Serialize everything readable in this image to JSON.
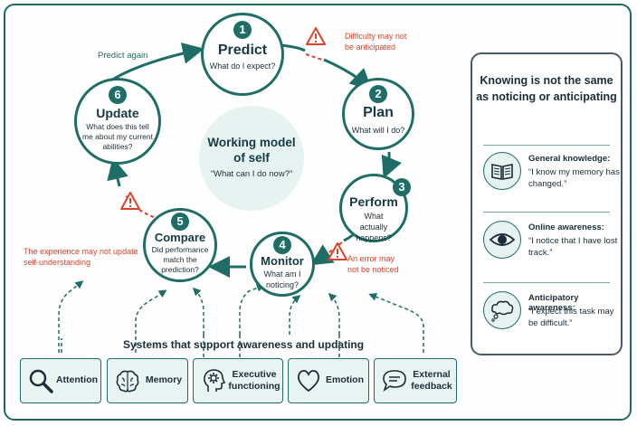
{
  "steps": [
    {
      "num": "1",
      "title": "Predict",
      "sub": "What do I expect?"
    },
    {
      "num": "2",
      "title": "Plan",
      "sub": "What will I do?"
    },
    {
      "num": "3",
      "title": "Perform",
      "sub": "What actually happens?"
    },
    {
      "num": "4",
      "title": "Monitor",
      "sub": "What am I noticing?"
    },
    {
      "num": "5",
      "title": "Compare",
      "sub": "Did performance match the prediction?"
    },
    {
      "num": "6",
      "title": "Update",
      "sub": "What does this tell me about my current abilities?"
    }
  ],
  "center": {
    "title": "Working model of self",
    "quote": "“What can I do now?”"
  },
  "notes": {
    "predict_again": "Predict again",
    "difficulty": "Difficulty may not be anticipated",
    "error": "An error may not be noticed",
    "experience": "The experience may not update self-understanding"
  },
  "panel": {
    "title": "Knowing is not the same as noticing or anticipating",
    "rows": [
      {
        "title": "General knowledge:",
        "quote": "“I know my memory has changed.”",
        "icon": "book-icon"
      },
      {
        "title": "Online awareness:",
        "quote": "“I notice that I have lost track.”",
        "icon": "eye-icon"
      },
      {
        "title": "Anticipatory awareness:",
        "quote": "“I expect this task may be difficult.”",
        "icon": "thought-bubble-icon"
      }
    ]
  },
  "systems": {
    "title": "Systems that support awareness and updating",
    "items": [
      {
        "label": "Attention",
        "icon": "magnifier-icon"
      },
      {
        "label": "Memory",
        "icon": "brain-icon"
      },
      {
        "label": "Executive functioning",
        "icon": "head-gear-icon"
      },
      {
        "label": "Emotion",
        "icon": "heart-icon"
      },
      {
        "label": "External feedback",
        "icon": "speech-bubble-icon"
      }
    ]
  },
  "colors": {
    "teal": "#1e6e67",
    "warning": "#d9442b",
    "pale": "#e6f3f0",
    "text": "#1b2d3a"
  }
}
